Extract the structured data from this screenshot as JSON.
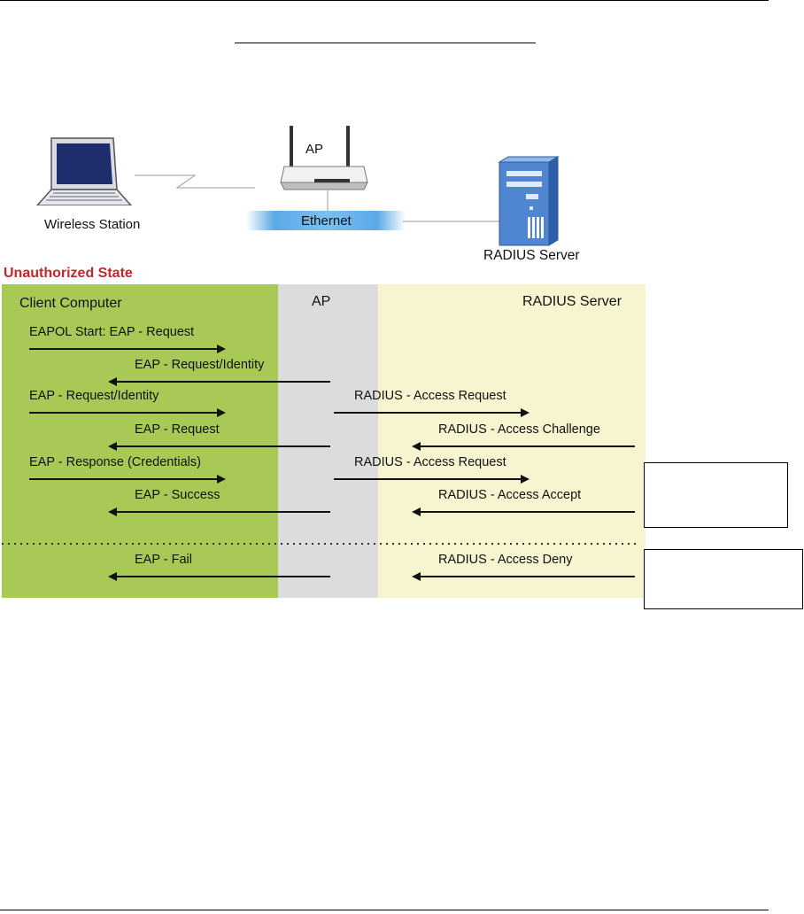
{
  "network": {
    "wireless_station_label": "Wireless Station",
    "ap_label": "AP",
    "ethernet_label": "Ethernet",
    "radius_server_label": "RADIUS Server"
  },
  "state_label": "Unauthorized State",
  "columns": {
    "client": "Client Computer",
    "ap": "AP",
    "radius": "RADIUS Server"
  },
  "messages": [
    {
      "text": "EAPOL Start: EAP - Request",
      "direction": "right",
      "lane": "client"
    },
    {
      "text": "EAP - Request/Identity",
      "direction": "left",
      "lane": "client"
    },
    {
      "text": "EAP - Request/Identity",
      "direction": "right",
      "lane": "client"
    },
    {
      "text": "RADIUS - Access Request",
      "direction": "right",
      "lane": "radius"
    },
    {
      "text": "EAP - Request",
      "direction": "left",
      "lane": "client"
    },
    {
      "text": "RADIUS - Access Challenge",
      "direction": "left",
      "lane": "radius"
    },
    {
      "text": "EAP - Response (Credentials)",
      "direction": "right",
      "lane": "client"
    },
    {
      "text": "RADIUS - Access Request",
      "direction": "right",
      "lane": "radius"
    },
    {
      "text": "EAP - Success",
      "direction": "left",
      "lane": "client"
    },
    {
      "text": "RADIUS - Access Accept",
      "direction": "left",
      "lane": "radius"
    },
    {
      "text": "EAP - Fail",
      "direction": "left",
      "lane": "client"
    },
    {
      "text": "RADIUS - Access Deny",
      "direction": "left",
      "lane": "radius"
    }
  ],
  "colors": {
    "client_lane": "#a9c957",
    "ap_lane": "#dcdcdc",
    "radius_lane": "#f6f5cf",
    "state_text": "#c0282d",
    "ethernet_bar": "#5aa9e6"
  },
  "icons": {
    "laptop": "laptop-icon",
    "access_point": "access-point-icon",
    "server": "server-icon"
  }
}
